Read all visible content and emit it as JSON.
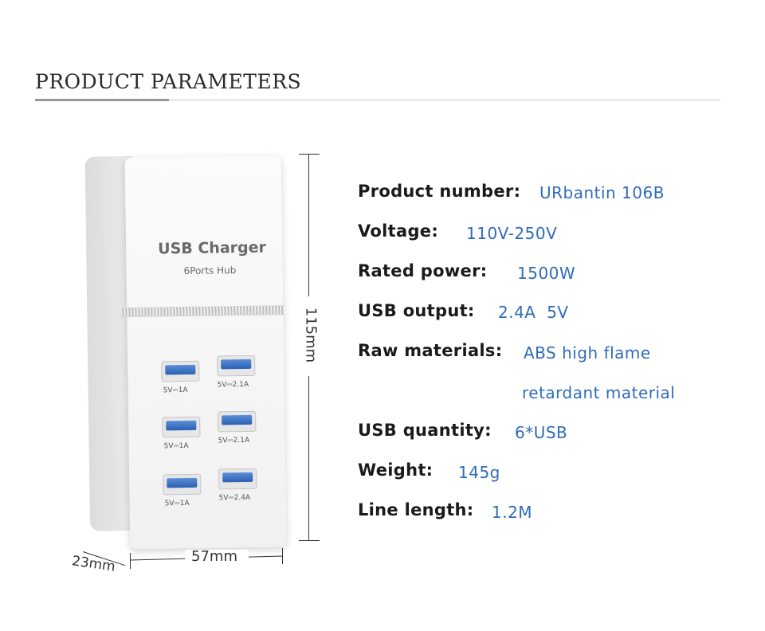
{
  "header": {
    "title": "PRODUCT PARAMETERS"
  },
  "device": {
    "title": "USB Charger",
    "subtitle": "6Ports Hub",
    "ports": [
      {
        "label": "5V⎓1A"
      },
      {
        "label": "5V⎓2.1A"
      },
      {
        "label": "5V⎓1A"
      },
      {
        "label": "5V⎓2.1A"
      },
      {
        "label": "5V⎓1A"
      },
      {
        "label": "5V⎓2.4A"
      }
    ]
  },
  "dimensions": {
    "height": "115mm",
    "width": "57mm",
    "depth": "23mm"
  },
  "params": [
    {
      "label": "Product number:",
      "value": "URbantin 106B"
    },
    {
      "label": "Voltage:",
      "value": "110V-250V"
    },
    {
      "label": "Rated power:",
      "value": "1500W"
    },
    {
      "label": "USB output:",
      "value": "2.4A  5V"
    },
    {
      "label": "Raw materials:",
      "value": "ABS high flame"
    },
    {
      "label": "",
      "value": "retardant material"
    },
    {
      "label": "USB quantity:",
      "value": "6*USB"
    },
    {
      "label": "Weight:",
      "value": "145g"
    },
    {
      "label": "Line length:",
      "value": "1.2M"
    }
  ],
  "colors": {
    "value_text": "#2f6bb8",
    "label_text": "#1a1a1a"
  }
}
